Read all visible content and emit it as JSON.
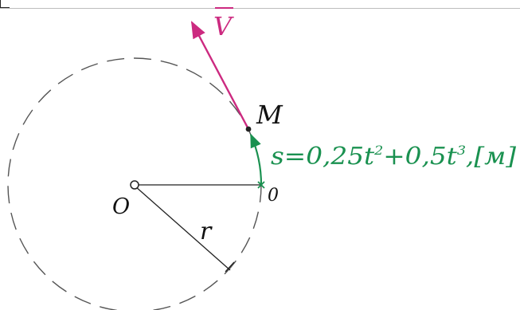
{
  "labels": {
    "velocity": "V",
    "point_m": "M",
    "origin": "O",
    "zero": "0",
    "radius": "r",
    "s_lhs": "s=0,25t",
    "s_exp1": "2",
    "s_mid": "+0,5t",
    "s_exp2": "3",
    "s_tail": ",[м]"
  },
  "colors": {
    "velocity": "#cc2a80",
    "path": "#1a9150",
    "circle": "#555555",
    "text": "#111111"
  }
}
